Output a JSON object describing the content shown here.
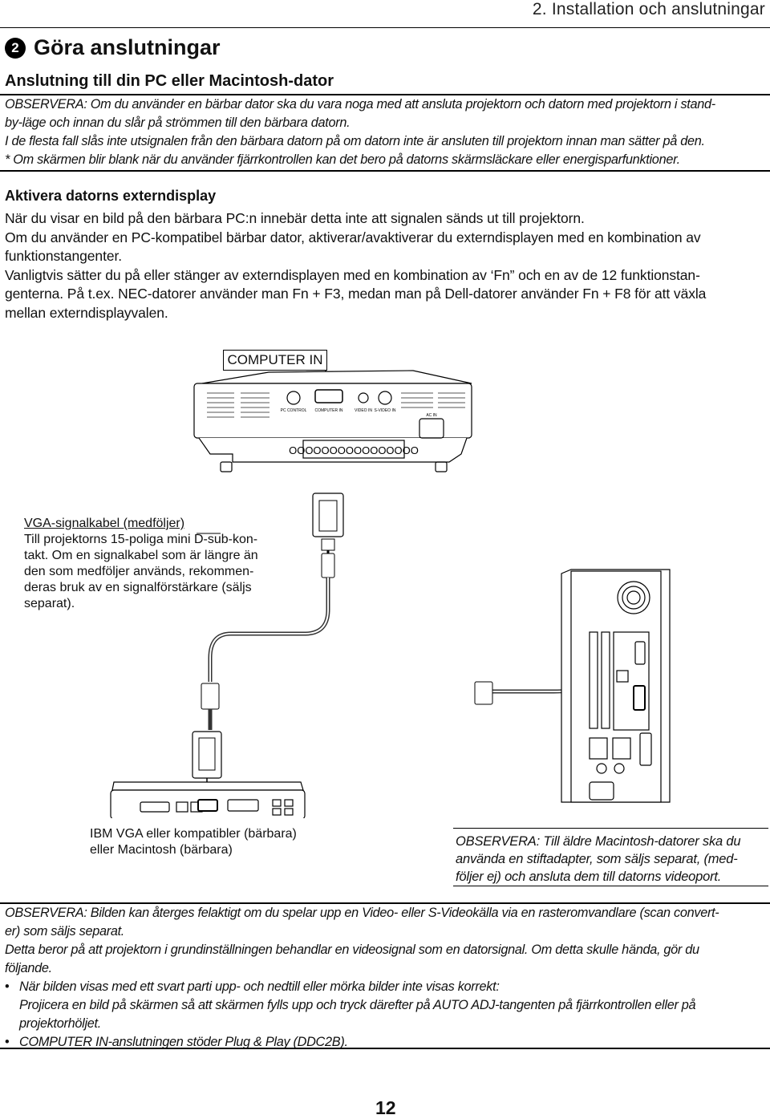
{
  "header": {
    "section": "2. Installation och anslutningar"
  },
  "heading": {
    "number": "2",
    "title": "Göra anslutningar"
  },
  "subheading": "Anslutning till din PC eller Macintosh-dator",
  "notes_top": [
    "OBSERVERA: Om du använder en bärbar dator ska du vara noga med att ansluta projektorn och datorn med projektorn i stand-",
    "by-läge och innan du slår på strömmen till den bärbara datorn.",
    "I de flesta fall slås inte utsignalen från den bärbara datorn på om datorn inte är ansluten till projektorn innan man sätter på den.",
    "* Om skärmen blir blank när du använder fjärrkontrollen kan det bero på datorns skärmsläckare eller energisparfunktioner."
  ],
  "section2": {
    "title": "Aktivera datorns externdisplay",
    "lines": [
      "När du visar en bild på den bärbara PC:n innebär detta inte att signalen sänds ut till projektorn.",
      "Om du använder en PC-kompatibel bärbar dator, aktiverar/avaktiverar du externdisplayen med en kombination av",
      "funktionstangenter.",
      "Vanligtvis sätter du på eller stänger av externdisplayen med en kombination av ‘Fn” och en av de 12 funktionstan-",
      "genterna. På t.ex. NEC-datorer använder man Fn + F3, medan man på Dell-datorer använder Fn + F8 för att växla",
      "mellan externdisplayvalen."
    ]
  },
  "diagram": {
    "port_label": "COMPUTER IN",
    "vga_caption": [
      "VGA-signalkabel (medföljer)",
      "Till projektorns 15-poliga mini D-sub-kon-",
      "takt. Om en signalkabel som är längre än",
      "den som medföljer används, rekommen-",
      "deras bruk av en signalförstärkare (säljs",
      "separat)."
    ],
    "laptop_caption": [
      "IBM VGA eller kompatibler (bärbara)",
      "eller Macintosh (bärbara)"
    ],
    "mac_note": [
      "OBSERVERA: Till äldre Macintosh-datorer ska du",
      "använda en stiftadapter, som säljs separat, (med-",
      "följer ej) och ansluta dem till datorns videoport."
    ],
    "projector_port_labels": [
      "PC CONTROL",
      "COMPUTER IN",
      "VIDEO IN",
      "S-VIDEO IN",
      "AC IN"
    ]
  },
  "notes_bottom": {
    "l1": "OBSERVERA: Bilden kan återges felaktigt om du spelar upp en Video- eller S-Videokälla via en rasteromvandlare (scan convert-",
    "l2": "er) som säljs separat.",
    "l3": "Detta beror på att projektorn i grundinställningen behandlar en videosignal som en datorsignal. Om detta skulle hända, gör du",
    "l4": "följande.",
    "b1": "När bilden visas med ett svart parti upp- och nedtill eller mörka bilder inte visas korrekt:",
    "b1a": "Projicera en bild på skärmen så att skärmen fylls upp och tryck därefter på AUTO ADJ-tangenten på fjärrkontrollen eller på",
    "b1b": "projektorhöljet.",
    "b2": "COMPUTER IN-anslutningen stöder Plug & Play (DDC2B).",
    "bullet_symbol": "•"
  },
  "page_number": "12"
}
